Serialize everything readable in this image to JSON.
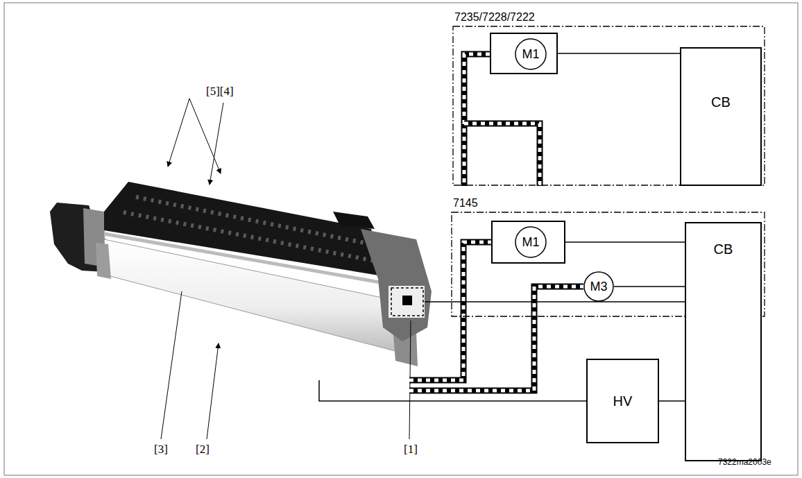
{
  "diagram": {
    "nodes": [
      {
        "text": [
          "7235/7228/7222"
        ]
      },
      {
        "text": [
          "M1"
        ],
        "in": 0
      },
      {
        "text": [
          "CB"
        ],
        "in": 0
      },
      {
        "text": [
          "7145"
        ]
      },
      {
        "text": [
          "M1"
        ],
        "in": 3
      },
      {
        "text": [
          "M3"
        ],
        "in": 3
      },
      {
        "text": [
          "CB"
        ]
      },
      {
        "text": [
          "HV"
        ]
      }
    ],
    "edges": [
      {
        "from": 1,
        "to": 2,
        "arrow": "none"
      },
      {
        "from": 4,
        "to": 6,
        "arrow": "none"
      },
      {
        "from": 5,
        "to": 6,
        "arrow": "none"
      },
      {
        "from": 7,
        "to": 6,
        "arrow": "none"
      }
    ],
    "labels": [
      "[5][4]",
      "[3]",
      "[2]",
      "[1]",
      "7322ma2003e"
    ]
  }
}
